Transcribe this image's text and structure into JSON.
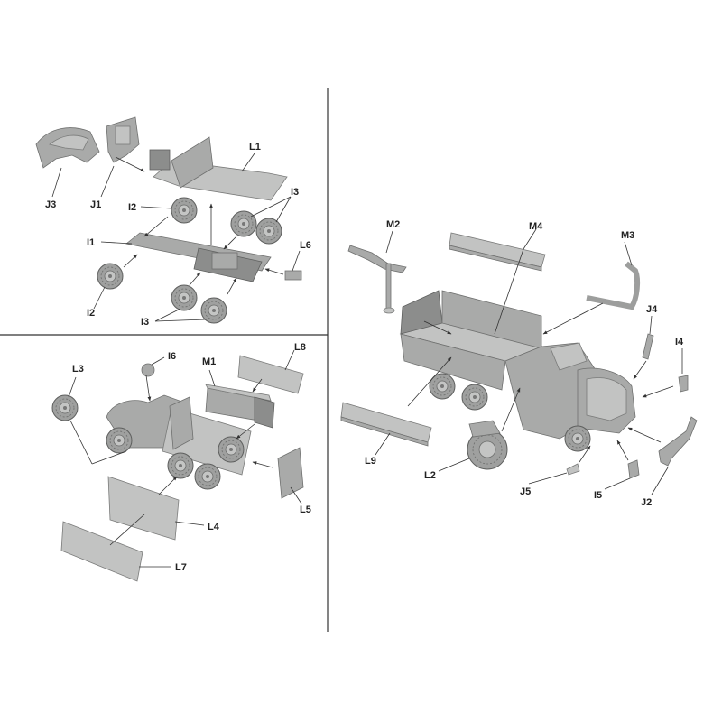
{
  "labels": {
    "L1": "L1",
    "J3": "J3",
    "J1": "J1",
    "I2a": "I2",
    "I3a": "I3",
    "I1": "I1",
    "L6": "L6",
    "I2b": "I2",
    "I3b": "I3",
    "L3": "L3",
    "I6": "I6",
    "M1": "M1",
    "L8": "L8",
    "L5": "L5",
    "L4": "L4",
    "L7": "L7",
    "M2": "M2",
    "M4": "M4",
    "M3": "M3",
    "J4": "J4",
    "I4": "I4",
    "L9": "L9",
    "L2": "L2",
    "J5": "J5",
    "I5": "I5",
    "J2": "J2"
  },
  "colors": {
    "part": "#a9aaa9",
    "part_light": "#c2c3c2",
    "part_dark": "#8c8d8c",
    "ink": "#222222"
  }
}
